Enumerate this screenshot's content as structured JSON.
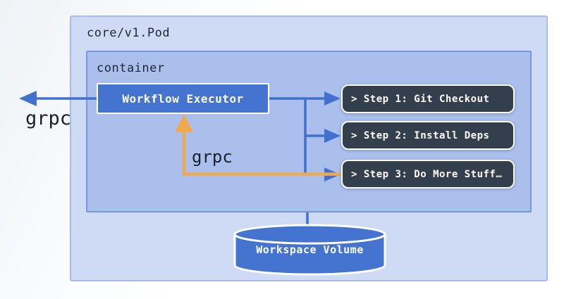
{
  "pod": {
    "label": "core/v1.Pod"
  },
  "container": {
    "label": "container"
  },
  "executor": {
    "label": "Workflow Executor"
  },
  "steps": [
    {
      "label": "> Step 1: Git Checkout"
    },
    {
      "label": "> Step 2: Install Deps"
    },
    {
      "label": "> Step 3: Do More Stuff…"
    }
  ],
  "volume": {
    "label": "Workspace Volume"
  },
  "labels": {
    "grpc_out": "grpc",
    "grpc_loop": "grpc"
  },
  "colors": {
    "pod_fill": "#cfdaf5",
    "pod_border": "#a8bae8",
    "container_fill": "#aabfec",
    "container_border": "#7b96dc",
    "node_blue": "#4573d0",
    "step_fill": "#343f4e",
    "arrow_blue": "#4170cf",
    "arrow_orange": "#edaa4f",
    "text_dark": "#1d2733"
  }
}
